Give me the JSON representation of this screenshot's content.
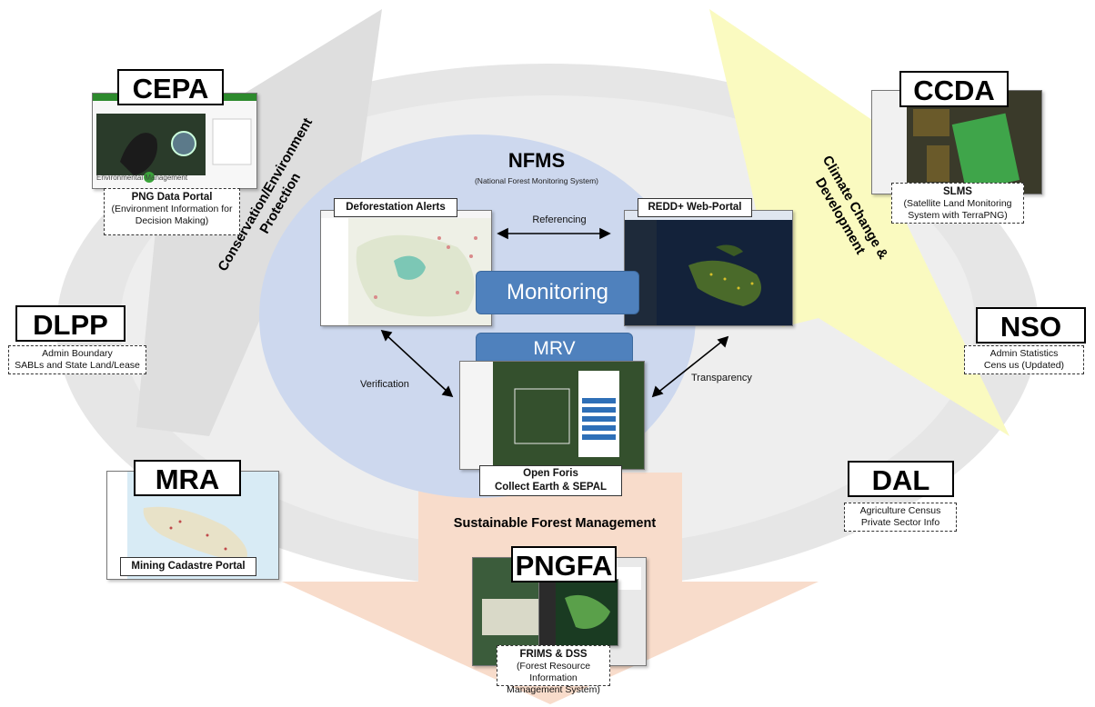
{
  "nfms": {
    "title": "NFMS",
    "subtitle": "(National  Forest Monitoring System)",
    "monitoring_label": "Monitoring",
    "mrv_label": "MRV"
  },
  "links": {
    "referencing": "Referencing",
    "verification": "Verification",
    "transparency": "Transparency"
  },
  "systems": {
    "deforestation_alerts": "Deforestation Alerts",
    "redd_portal": "REDD+ Web-Portal",
    "open_foris_line1": "Open Foris",
    "open_foris_line2": "Collect Earth  & SEPAL"
  },
  "themes": {
    "conservation_line1": "Conservation/Environment",
    "conservation_line2": "Protection",
    "climate_line1": "Climate Change &",
    "climate_line2": "Development",
    "sfm": "Sustainable Forest Management"
  },
  "agencies": {
    "cepa": {
      "name": "CEPA",
      "portal_title": "PNG Data Portal",
      "portal_desc_1": "(Environment Information for",
      "portal_desc_2": "Decision Making)",
      "screenshot_caption": "Environmental Management"
    },
    "ccda": {
      "name": "CCDA",
      "system_title": "SLMS",
      "system_desc_1": "(Satellite Land Monitoring",
      "system_desc_2": "System with TerraPNG)"
    },
    "dlpp": {
      "name": "DLPP",
      "desc_1": "Admin Boundary",
      "desc_2": "SABLs and State Land/Lease"
    },
    "nso": {
      "name": "NSO",
      "desc_1": "Admin Statistics",
      "desc_2": "Cens us (Updated)"
    },
    "mra": {
      "name": "MRA",
      "portal": "Mining Cadastre  Portal"
    },
    "dal": {
      "name": "DAL",
      "desc_1": "Agriculture Census",
      "desc_2": "Private Sector Info"
    },
    "pngfa": {
      "name": "PNGFA",
      "system_title": "FRIMS & DSS",
      "system_desc_1": "(Forest Resource Information",
      "system_desc_2": "Management System)"
    }
  },
  "colors": {
    "ring": "#e8e8e8",
    "ellipse": "#cdd8ee",
    "climate_arrow": "#fafac0",
    "sfm_arrow": "#f8dccb",
    "button": "#4f81bd"
  }
}
